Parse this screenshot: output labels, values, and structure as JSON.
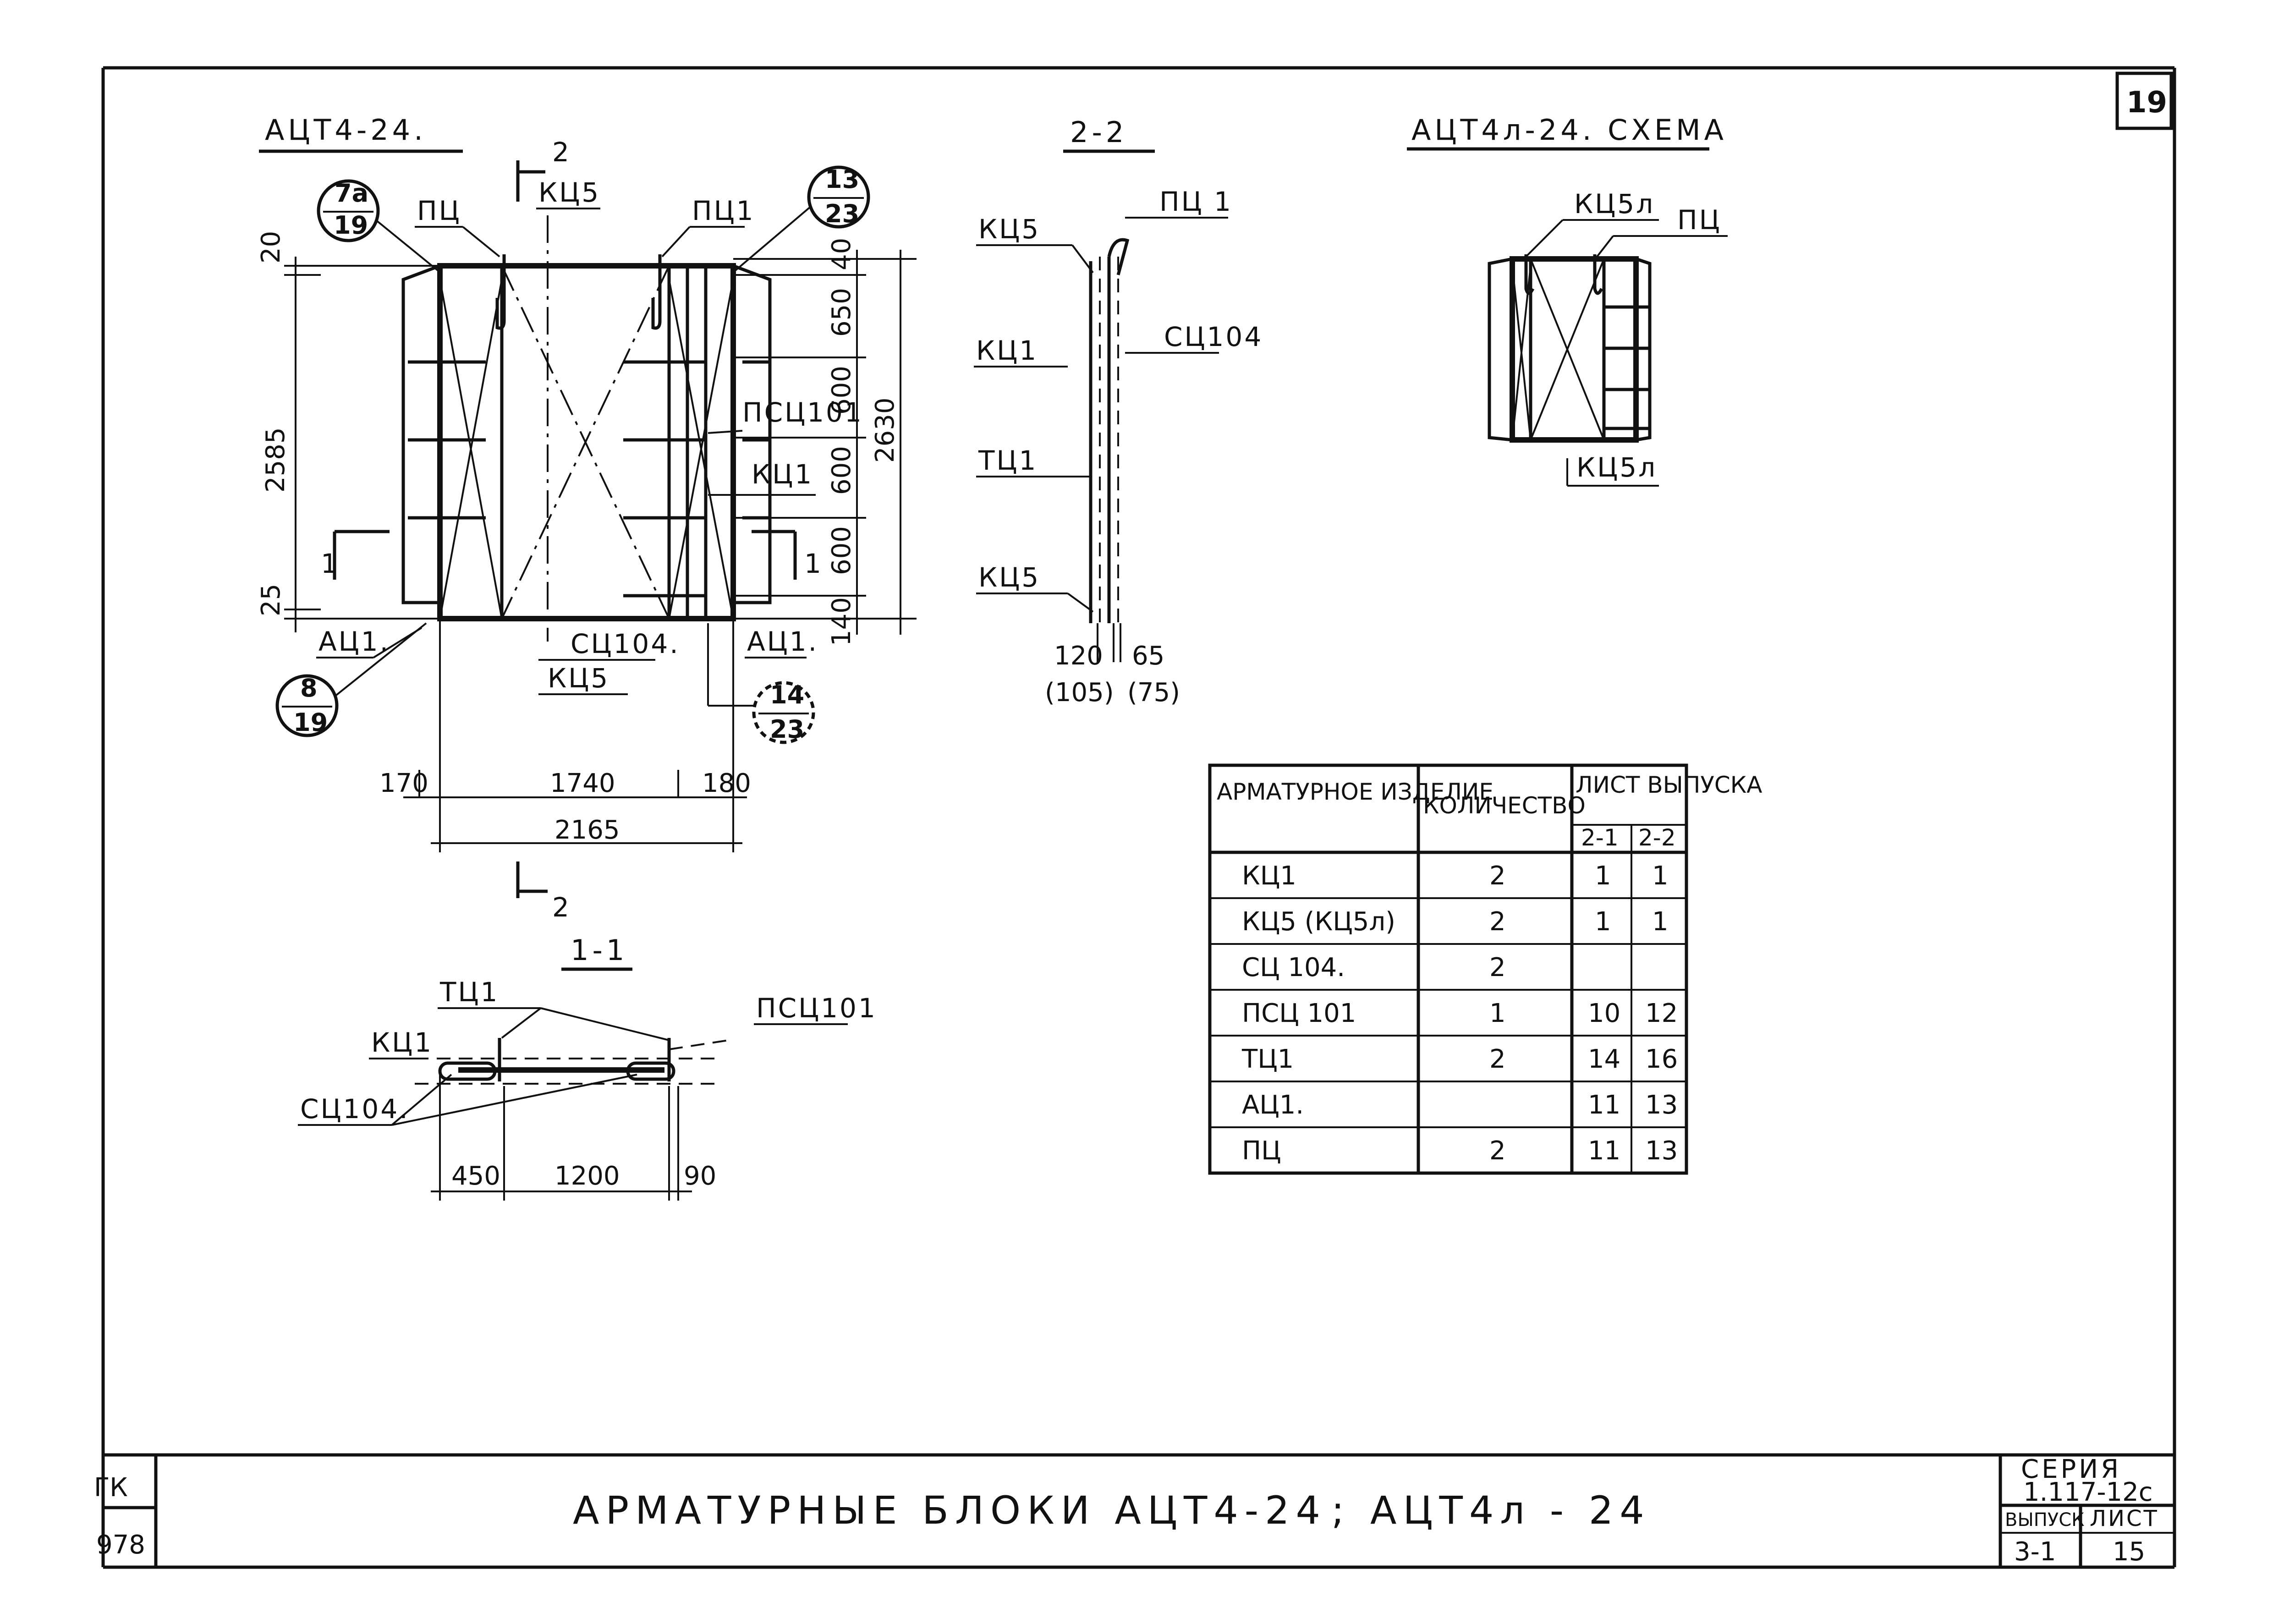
{
  "sheet_number": "19",
  "views": {
    "main": {
      "title": "АЦТ4-24.",
      "section_mark": "2",
      "labels": {
        "kc5_top": "КЦ5",
        "pc": "ПЦ",
        "pc1": "ПЦ1",
        "psc101": "ПСЦ101",
        "kc1": "КЦ1",
        "ac1_left": "АЦ1.",
        "ac1_right": "АЦ1.",
        "sc104": "СЦ104.",
        "kc5_bottom": "КЦ5",
        "cut1_left": "1",
        "cut1_right": "1",
        "cut2_bottom": "2"
      },
      "callouts": [
        {
          "top": "7а",
          "bottom": "19"
        },
        {
          "top": "13",
          "bottom": "23"
        },
        {
          "top": "8",
          "bottom": "19"
        },
        {
          "top": "14",
          "bottom": "23"
        }
      ],
      "dims": {
        "left_top": "20",
        "left_height": "2585",
        "left_bottom": "25",
        "right_40": "40",
        "right_650": "650",
        "right_600a": "600",
        "right_600b": "600",
        "right_600c": "600",
        "right_140": "140",
        "right_total": "2630",
        "bottom_170": "170",
        "bottom_1740": "1740",
        "bottom_180": "180",
        "bottom_total": "2165"
      }
    },
    "section_1_1": {
      "title": "1-1",
      "labels": {
        "tc1": "ТЦ1",
        "psc101": "ПСЦ101",
        "kc1": "КЦ1",
        "sc104": "СЦ104."
      },
      "dims": {
        "d450": "450",
        "d1200": "1200",
        "d90": "90"
      }
    },
    "section_2_2": {
      "title": "2-2",
      "labels": {
        "kc5_top": "КЦ5",
        "pc1": "ПЦ 1",
        "kc1": "КЦ1",
        "sc104": "СЦ104",
        "tc1": "ТЦ1",
        "kc5_bottom": "КЦ5"
      },
      "dims": {
        "d120": "120",
        "d105": "(105)",
        "d65": "65",
        "d75": "(75)"
      }
    },
    "scheme": {
      "title": "АЦТ4л-24.   СХЕМА",
      "labels": {
        "kc5l_top": "КЦ5л",
        "pc": "ПЦ",
        "kc5l_bottom": "КЦ5л"
      }
    }
  },
  "table": {
    "headers": {
      "item": "АРМАТУРНОЕ ИЗДЕЛИЕ",
      "qty": "КОЛИЧЕСТВО",
      "sheet": "ЛИСТ ВЫПУСКА",
      "sub1": "2-1",
      "sub2": "2-2"
    },
    "rows": [
      {
        "item": "КЦ1",
        "qty": "2",
        "s1": "1",
        "s2": "1"
      },
      {
        "item": "КЦ5   (КЦ5л)",
        "qty": "2",
        "s1": "1",
        "s2": "1"
      },
      {
        "item": "СЦ 104.",
        "qty": "2",
        "s1": "",
        "s2": ""
      },
      {
        "item": "ПСЦ 101",
        "qty": "1",
        "s1": "10",
        "s2": "12"
      },
      {
        "item": "ТЦ1",
        "qty": "2",
        "s1": "14",
        "s2": "16"
      },
      {
        "item": "АЦ1.",
        "qty": "",
        "s1": "11",
        "s2": "13"
      },
      {
        "item": "ПЦ",
        "qty": "2",
        "s1": "11",
        "s2": "13"
      }
    ]
  },
  "title_block": {
    "title_left": "АРМАТУРНЫЕ  БЛОКИ  АЦТ4-24",
    "title_sep": ";",
    "title_right": "АЦТ4л - 24",
    "stamp_top": "ГК",
    "stamp_bottom": "978",
    "series_label": "СЕРИЯ",
    "series_value": "1.117-12с",
    "issue_label": "ВЫПУСК",
    "issue_value": "3-1",
    "sheet_label": "ЛИСТ",
    "sheet_value": "15"
  }
}
